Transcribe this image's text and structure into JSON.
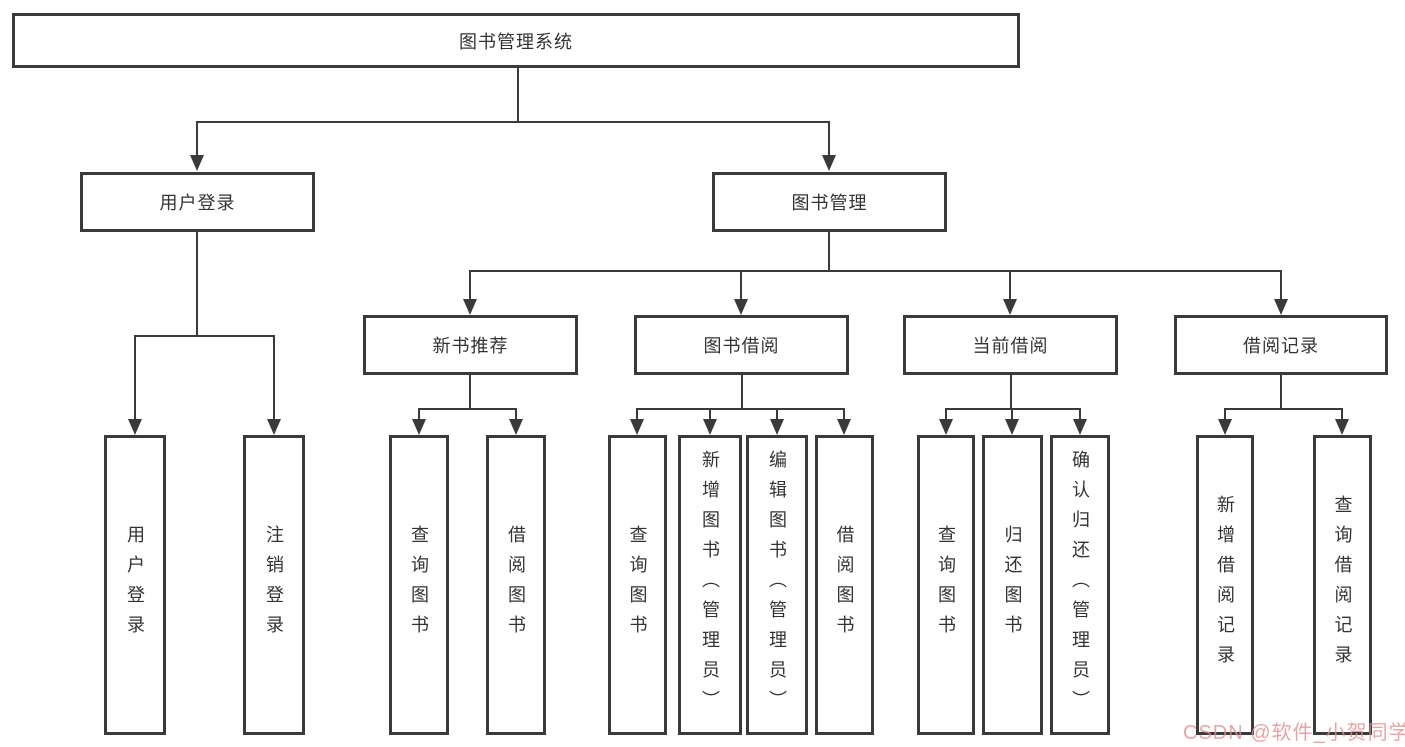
{
  "tree": {
    "label": "图书管理系统",
    "children": [
      {
        "label": "用户登录",
        "children": [
          {
            "label": "用户登录"
          },
          {
            "label": "注销登录"
          }
        ]
      },
      {
        "label": "图书管理",
        "children": [
          {
            "label": "新书推荐",
            "children": [
              {
                "label": "查询图书"
              },
              {
                "label": "借阅图书"
              }
            ]
          },
          {
            "label": "图书借阅",
            "children": [
              {
                "label": "查询图书"
              },
              {
                "label": "新增图书（管理员）"
              },
              {
                "label": "编辑图书（管理员）"
              },
              {
                "label": "借阅图书"
              }
            ]
          },
          {
            "label": "当前借阅",
            "children": [
              {
                "label": "查询图书"
              },
              {
                "label": "归还图书"
              },
              {
                "label": "确认归还（管理员）"
              }
            ]
          },
          {
            "label": "借阅记录",
            "children": [
              {
                "label": "新增借阅记录"
              },
              {
                "label": "查询借阅记录"
              }
            ]
          }
        ]
      }
    ]
  },
  "watermark": {
    "text": "CSDN @软件_小贺同学"
  },
  "colors": {
    "line": "#3a3a3a",
    "text": "#333333",
    "box_bg": "#ffffff",
    "background": "#ffffff",
    "watermark": "#e08f8f"
  }
}
